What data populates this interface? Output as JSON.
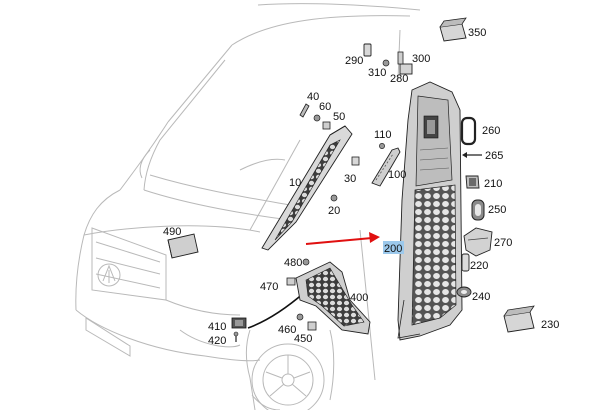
{
  "colors": {
    "arrow": "#e01010",
    "highlight": "#9cc9ec",
    "vehicle_outline": "#b9b9b9",
    "part_stroke": "#222222",
    "part_fill": "#cfcfcf",
    "part_dark": "#4a4a4a"
  },
  "diagram": {
    "highlighted_part": "200",
    "labels": [
      {
        "id": "10",
        "text": "10"
      },
      {
        "id": "20",
        "text": "20"
      },
      {
        "id": "30",
        "text": "30"
      },
      {
        "id": "40",
        "text": "40"
      },
      {
        "id": "50",
        "text": "50"
      },
      {
        "id": "60",
        "text": "60"
      },
      {
        "id": "100",
        "text": "100"
      },
      {
        "id": "110",
        "text": "110"
      },
      {
        "id": "200",
        "text": "200"
      },
      {
        "id": "210",
        "text": "210"
      },
      {
        "id": "220",
        "text": "220"
      },
      {
        "id": "230",
        "text": "230"
      },
      {
        "id": "240",
        "text": "240"
      },
      {
        "id": "250",
        "text": "250"
      },
      {
        "id": "260",
        "text": "260"
      },
      {
        "id": "265",
        "text": "265"
      },
      {
        "id": "270",
        "text": "270"
      },
      {
        "id": "280",
        "text": "280"
      },
      {
        "id": "290",
        "text": "290"
      },
      {
        "id": "300",
        "text": "300"
      },
      {
        "id": "310",
        "text": "310"
      },
      {
        "id": "350",
        "text": "350"
      },
      {
        "id": "400",
        "text": "400"
      },
      {
        "id": "410",
        "text": "410"
      },
      {
        "id": "420",
        "text": "420"
      },
      {
        "id": "450",
        "text": "450"
      },
      {
        "id": "460",
        "text": "460"
      },
      {
        "id": "470",
        "text": "470"
      },
      {
        "id": "480",
        "text": "480"
      },
      {
        "id": "490",
        "text": "490"
      }
    ]
  }
}
